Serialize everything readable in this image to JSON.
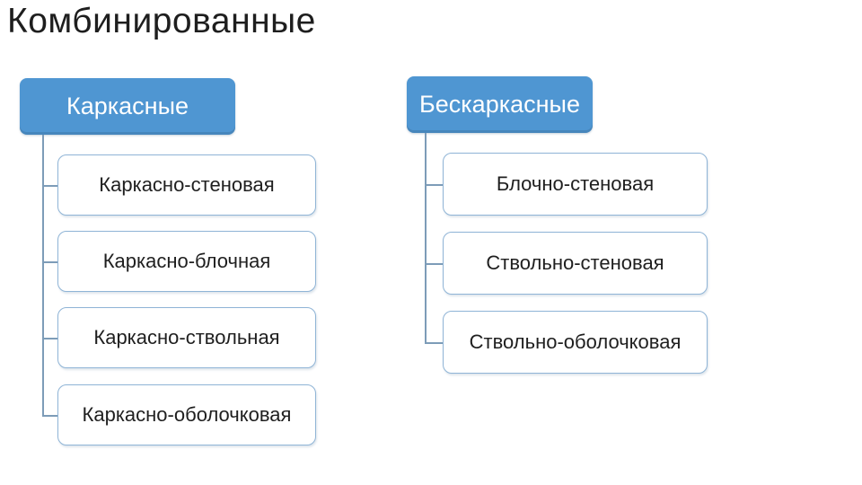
{
  "title": "Комбинированные",
  "trees": [
    {
      "header": "Каркасные",
      "items": [
        "Каркасно-стеновая",
        "Каркасно-блочная",
        "Каркасно-ствольная",
        "Каркасно-оболочковая"
      ]
    },
    {
      "header": "Бескаркасные",
      "items": [
        "Блочно-стеновая",
        "Ствольно-стеновая",
        "Ствольно-оболочковая"
      ]
    }
  ],
  "colors": {
    "background": "#ffffff",
    "title_text": "#1e1e1e",
    "header_fill": "#4f96d2",
    "header_text": "#ffffff",
    "node_fill": "#ffffff",
    "node_border": "#8fb4d6",
    "node_text": "#1f1f1f",
    "connector": "#7d9cb8"
  }
}
